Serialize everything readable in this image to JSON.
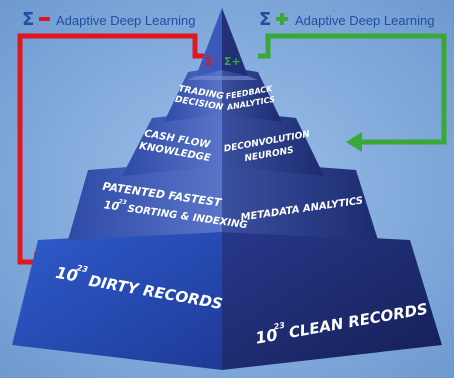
{
  "header": {
    "left": {
      "sigma": "Σ",
      "sign": "-",
      "text": "Adaptive Deep Learning",
      "color": "#e0171f"
    },
    "right": {
      "sigma": "Σ",
      "sign": "+",
      "text": "Adaptive Deep Learning",
      "color": "#3aa836"
    }
  },
  "apex": {
    "minus": "Σ-",
    "plus": "Σ+"
  },
  "levels": {
    "l1_left": [
      "TRADING",
      "DECISION"
    ],
    "l1_right": [
      "FEEDBACK",
      "ANALYTICS"
    ],
    "l2_left": [
      "CASH FLOW",
      "KNOWLEDGE"
    ],
    "l2_right": [
      "DECONVOLUTION",
      "NEURONS"
    ],
    "l3_left": [
      "PATENTED FASTEST",
      "10",
      "23",
      "SORTING & INDEXING"
    ],
    "l3_right": "METADATA ANALYTICS",
    "base_left": {
      "num": "10",
      "exp": "23",
      "text": "DIRTY RECORDS"
    },
    "base_right": {
      "num": "10",
      "exp": "23",
      "text": "CLEAN RECORDS"
    }
  },
  "colors": {
    "background": "#7ea8d8",
    "red": "#e0171f",
    "green": "#3aa836",
    "sigma_blue": "#1f4fa0"
  }
}
